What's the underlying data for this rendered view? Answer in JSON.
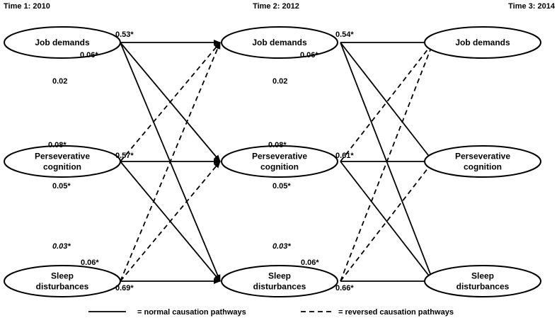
{
  "times": [
    {
      "label": "Time 1: 2010"
    },
    {
      "label": "Time 2: 2012"
    },
    {
      "label": "Time 3: 2014"
    }
  ],
  "variables": [
    {
      "id": "jd",
      "lines": [
        "Job demands"
      ]
    },
    {
      "id": "pc",
      "lines": [
        "Perseverative",
        "cognition"
      ]
    },
    {
      "id": "sd",
      "lines": [
        "Sleep",
        "disturbances"
      ]
    }
  ],
  "paths": [
    {
      "interval": 0,
      "from": "jd",
      "to": "jd",
      "type": "normal",
      "label": "0.53*",
      "italic": false
    },
    {
      "interval": 0,
      "from": "pc",
      "to": "pc",
      "type": "normal",
      "label": "0.57*",
      "italic": false
    },
    {
      "interval": 0,
      "from": "sd",
      "to": "sd",
      "type": "normal",
      "label": "0.69*",
      "italic": false
    },
    {
      "interval": 0,
      "from": "jd",
      "to": "pc",
      "type": "normal",
      "label": "0.06*",
      "italic": false
    },
    {
      "interval": 0,
      "from": "jd",
      "to": "sd",
      "type": "normal",
      "label": "0.02",
      "italic": false
    },
    {
      "interval": 0,
      "from": "pc",
      "to": "sd",
      "type": "normal",
      "label": "0.05*",
      "italic": false
    },
    {
      "interval": 0,
      "from": "pc",
      "to": "jd",
      "type": "reversed",
      "label": "0.08*",
      "italic": false
    },
    {
      "interval": 0,
      "from": "sd",
      "to": "jd",
      "type": "reversed",
      "label": "0.03*",
      "italic": true
    },
    {
      "interval": 0,
      "from": "sd",
      "to": "pc",
      "type": "reversed",
      "label": "0.06*",
      "italic": false
    },
    {
      "interval": 1,
      "from": "jd",
      "to": "jd",
      "type": "normal",
      "label": "0.54*",
      "italic": false
    },
    {
      "interval": 1,
      "from": "pc",
      "to": "pc",
      "type": "normal",
      "label": "0.61*",
      "italic": false
    },
    {
      "interval": 1,
      "from": "sd",
      "to": "sd",
      "type": "normal",
      "label": "0.66*",
      "italic": false
    },
    {
      "interval": 1,
      "from": "jd",
      "to": "pc",
      "type": "normal",
      "label": "0.06*",
      "italic": false
    },
    {
      "interval": 1,
      "from": "jd",
      "to": "sd",
      "type": "normal",
      "label": "0.02",
      "italic": false
    },
    {
      "interval": 1,
      "from": "pc",
      "to": "sd",
      "type": "normal",
      "label": "0.05*",
      "italic": false
    },
    {
      "interval": 1,
      "from": "pc",
      "to": "jd",
      "type": "reversed",
      "label": "0.08*",
      "italic": false
    },
    {
      "interval": 1,
      "from": "sd",
      "to": "jd",
      "type": "reversed",
      "label": "0.03*",
      "italic": true
    },
    {
      "interval": 1,
      "from": "sd",
      "to": "pc",
      "type": "reversed",
      "label": "0.06*",
      "italic": false
    }
  ],
  "legend": {
    "normal_label": "= normal causation pathways",
    "reversed_label": "= reversed causation pathways"
  }
}
